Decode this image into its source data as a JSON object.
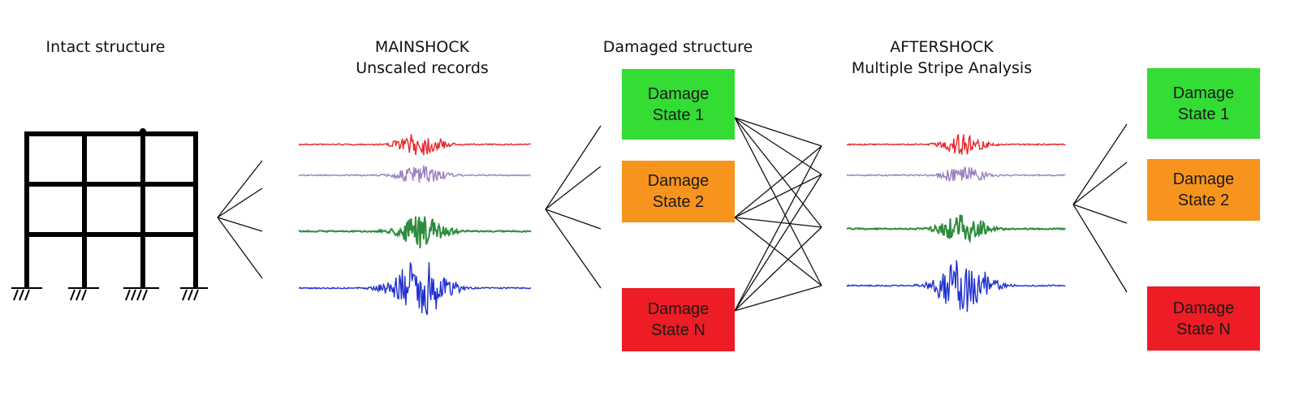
{
  "stages": {
    "intact": {
      "title": "Intact structure"
    },
    "mainshock": {
      "title": "MAINSHOCK",
      "subtitle": "Unscaled records"
    },
    "damaged": {
      "title": "Damaged structure"
    },
    "aftershock": {
      "title": "AFTERSHOCK",
      "subtitle": "Multiple Stripe Analysis"
    }
  },
  "damage_states": [
    {
      "line1": "Damage",
      "line2": "State 1",
      "color": "#33dd33"
    },
    {
      "line1": "Damage",
      "line2": "State 2",
      "color": "#f7941d"
    },
    {
      "line1": "Damage",
      "line2": "State N",
      "color": "#ee1c24"
    }
  ],
  "records": [
    {
      "color": "#e8262a",
      "amplitude": 0.55
    },
    {
      "color": "#9b7fc0",
      "amplitude": 0.55
    },
    {
      "color": "#2e8b3e",
      "amplitude": 0.8
    },
    {
      "color": "#1f2fd0",
      "amplitude": 1.0
    }
  ]
}
